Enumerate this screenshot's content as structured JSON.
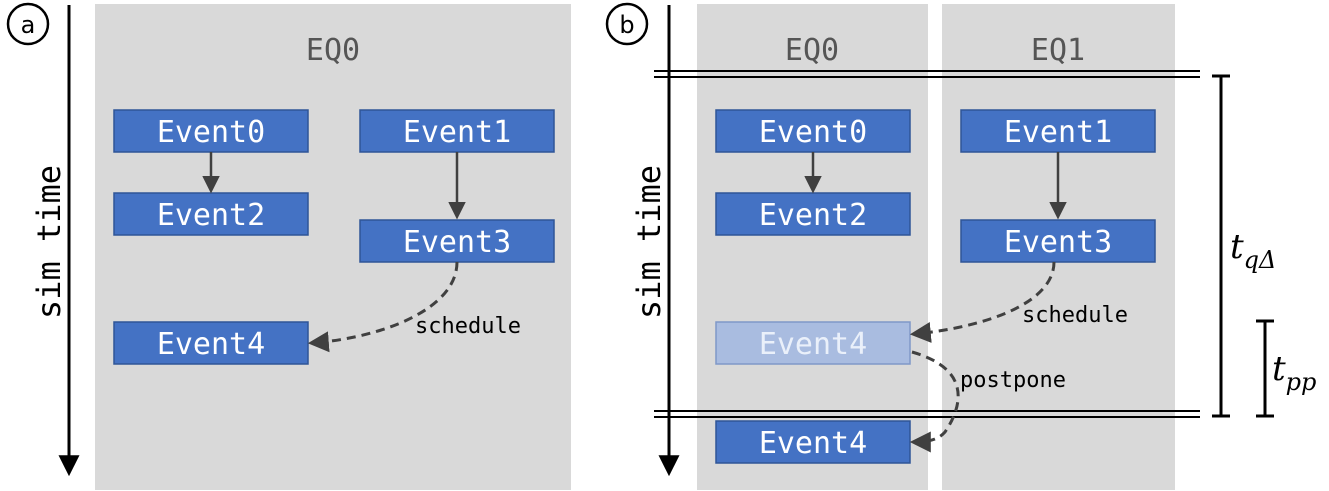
{
  "panel_a": {
    "label": "a",
    "axis_label": "sim time",
    "queue": "EQ0",
    "events": {
      "e0": "Event0",
      "e1": "Event1",
      "e2": "Event2",
      "e3": "Event3",
      "e4": "Event4"
    },
    "schedule_label": "schedule"
  },
  "panel_b": {
    "label": "b",
    "axis_label": "sim time",
    "queues": [
      "EQ0",
      "EQ1"
    ],
    "events": {
      "e0": "Event0",
      "e1": "Event1",
      "e2": "Event2",
      "e3": "Event3",
      "e4_pending": "Event4",
      "e4_postponed": "Event4"
    },
    "schedule_label": "schedule",
    "postpone_label": "postpone",
    "t_q_delta": {
      "base": "t",
      "sub": "qΔ"
    },
    "t_pp": {
      "base": "t",
      "sub": "pp"
    }
  },
  "colors": {
    "event_fill": "#4472C4",
    "event_stroke": "#2F5597",
    "ghost_fill": "#A9BCE0",
    "queue_bg": "#D9D9D9",
    "arrow": "#404040"
  }
}
